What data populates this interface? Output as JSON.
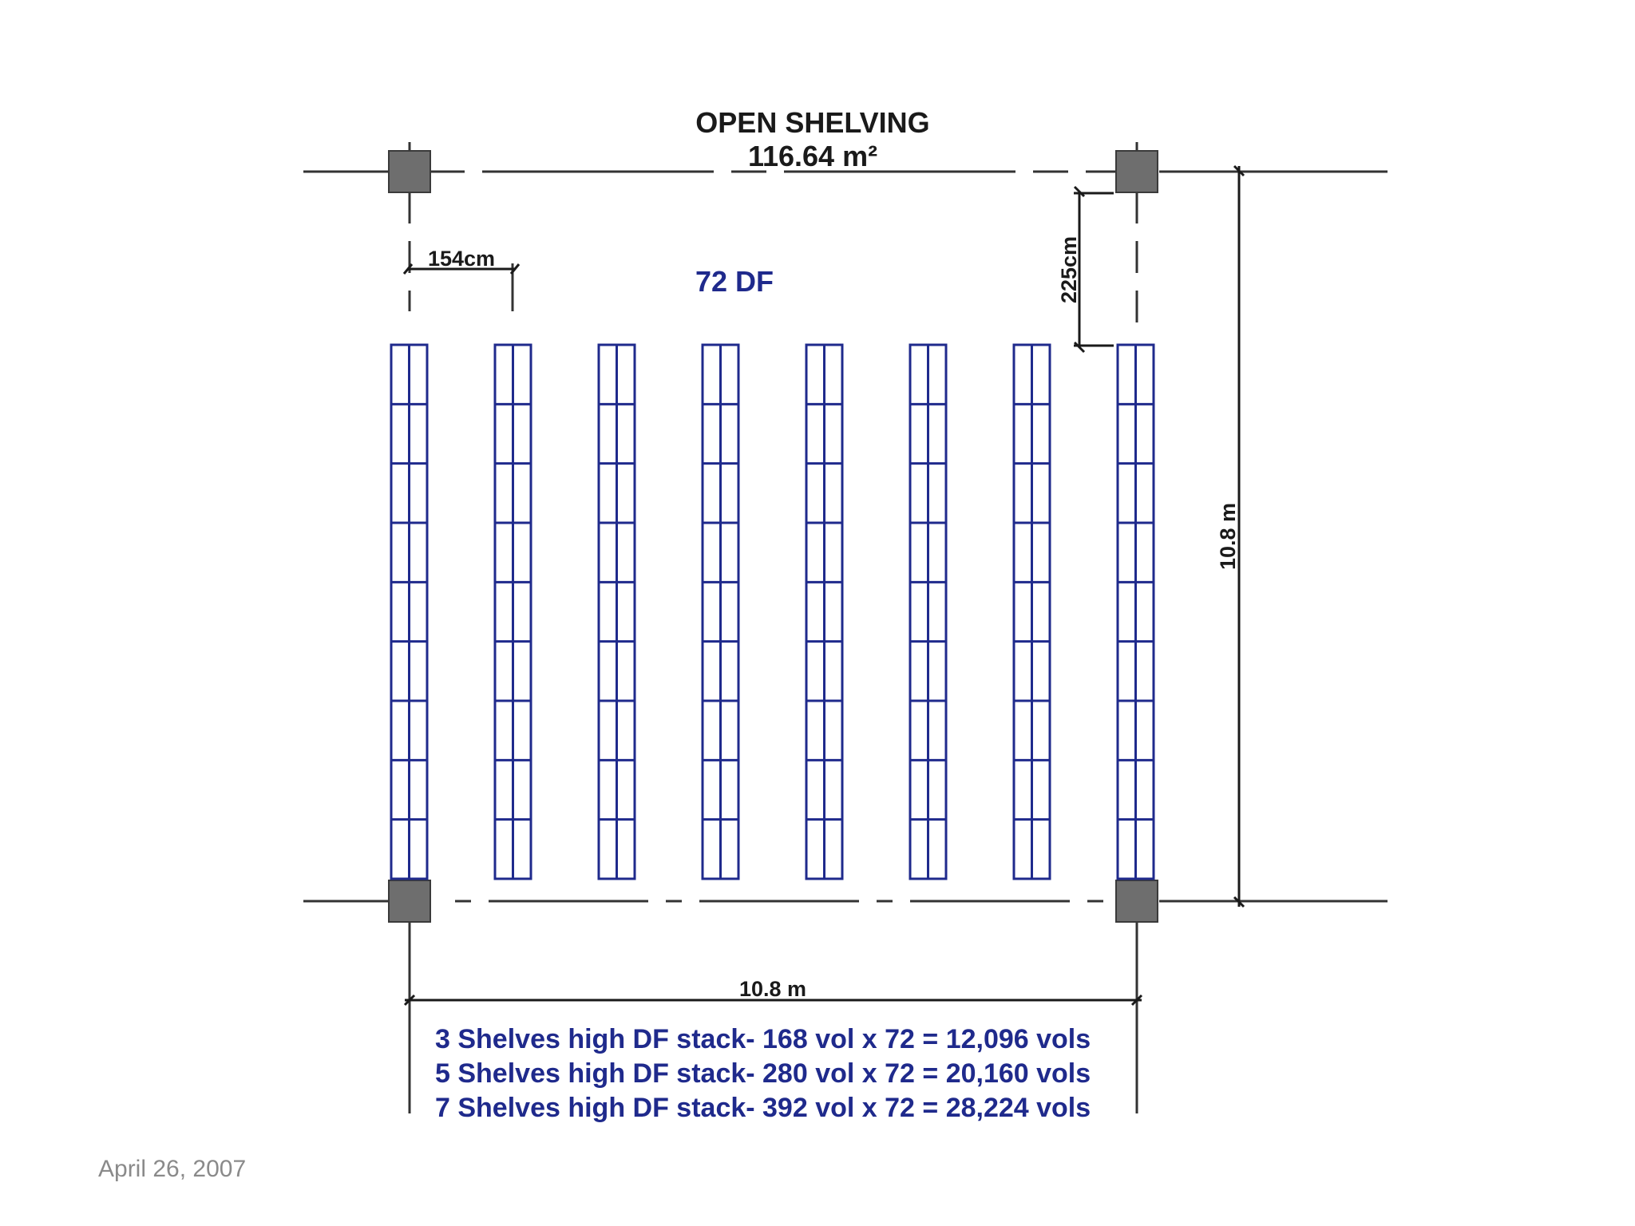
{
  "title": {
    "line1": "OPEN SHELVING",
    "line2": "116.64 m²"
  },
  "shelf_count_label": "72 DF",
  "dimensions": {
    "unit_width": "154cm",
    "aisle_depth": "225cm",
    "room_height": "10.8  m",
    "room_width": "10.8  m"
  },
  "summary": [
    "3 Shelves high DF stack- 168 vol x 72 =  12,096 vols",
    "5 Shelves high DF stack- 280 vol x 72 =  20,160 vols",
    "7 Shelves high DF stack- 392 vol x 72 =  28,224 vols"
  ],
  "footer_date": "April 26, 2007",
  "colors": {
    "shelf_stroke": "#1f2a8c",
    "line": "#333333",
    "column": "#6e6e6e",
    "summary_text": "#1f2a8c"
  },
  "shelving": {
    "rows": 8,
    "sections_per_row": 9
  }
}
